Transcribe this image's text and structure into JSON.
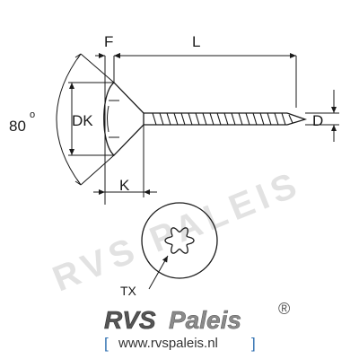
{
  "drawing": {
    "subject": "countersunk-oval-head-torx-tapping-screw",
    "labels": {
      "angle": "80",
      "angle_unit": "o",
      "head_height": "F",
      "length": "L",
      "head_diameter": "DK",
      "thread_diameter": "D",
      "k": "K",
      "drive": "TX"
    },
    "colors": {
      "line": "#1a1a1a",
      "watermark": "#d9d9d9",
      "logo_text": "#555555",
      "logo_accent": "#8a8a8a",
      "url_bracket": "#2f6fb0"
    }
  },
  "brand": {
    "name_part1": "RVS",
    "name_part2": "Paleis",
    "registered": "®",
    "url_open": "[",
    "url": "www.rvspaleis.nl",
    "url_close": "]",
    "watermark": "RVS PALEIS"
  }
}
